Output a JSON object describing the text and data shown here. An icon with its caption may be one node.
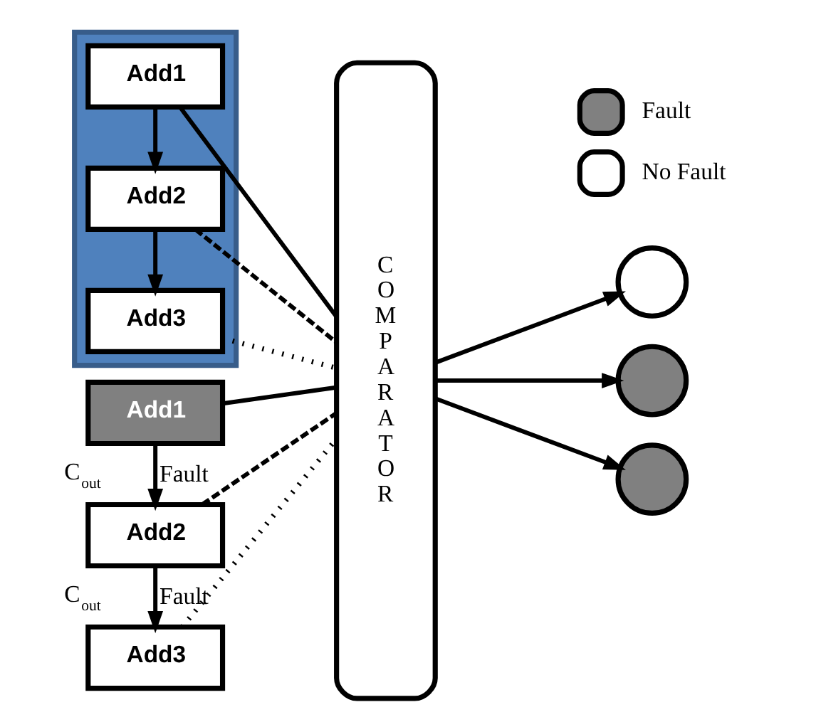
{
  "diagram": {
    "nodes": [
      {
        "text": [],
        "shape": "box"
      },
      {
        "text": [
          "Add1"
        ],
        "in": 0
      },
      {
        "text": [
          "Add2"
        ],
        "in": 0
      },
      {
        "text": [
          "Add3"
        ],
        "in": 0
      },
      {
        "text": [
          "Add1"
        ]
      },
      {
        "text": [
          "Add2"
        ]
      },
      {
        "text": [
          "Add3"
        ]
      },
      {
        "text": [
          "COMPARATOR"
        ]
      },
      {
        "text": [],
        "shape": "circle"
      },
      {
        "text": [],
        "shape": "circle"
      },
      {
        "text": [],
        "shape": "circle"
      }
    ],
    "edges": [
      {
        "from": 1,
        "to": 2,
        "arrow": "to"
      },
      {
        "from": 2,
        "to": 3,
        "arrow": "to"
      },
      {
        "from": 4,
        "to": 5,
        "arrow": "to",
        "label": "C$_{out}$ Fault"
      },
      {
        "from": 5,
        "to": 6,
        "arrow": "to",
        "label": "C$_{out}$ Fault"
      },
      {
        "from": 1,
        "to": 7,
        "arrow": "none"
      },
      {
        "from": 2,
        "to": 7,
        "arrow": "none",
        "style": "dashed"
      },
      {
        "from": 3,
        "to": 7,
        "arrow": "none",
        "style": "dashed"
      },
      {
        "from": 4,
        "to": 7,
        "arrow": "none"
      },
      {
        "from": 5,
        "to": 7,
        "arrow": "none",
        "style": "dashed"
      },
      {
        "from": 6,
        "to": 7,
        "arrow": "none",
        "style": "dashed"
      },
      {
        "from": 7,
        "to": 8,
        "arrow": "to"
      },
      {
        "from": 7,
        "to": 9,
        "arrow": "to"
      },
      {
        "from": 7,
        "to": 10,
        "arrow": "to"
      }
    ],
    "legend": [
      {
        "text": "Fault"
      },
      {
        "text": "No Fault"
      }
    ]
  }
}
